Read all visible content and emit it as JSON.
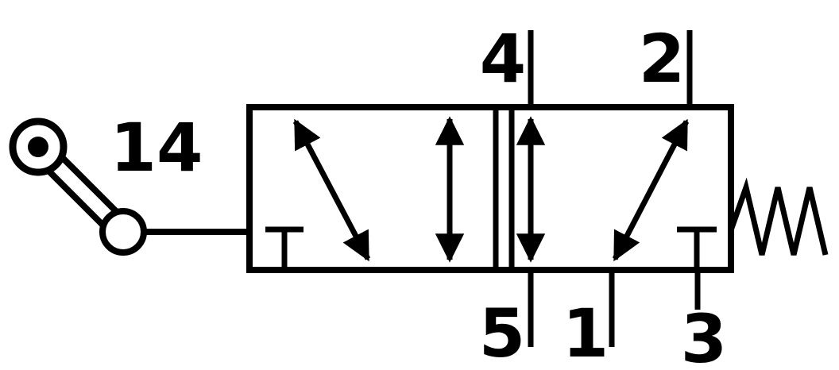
{
  "diagram": {
    "symbol": "5/2-way pneumatic directional valve, roller lever actuated, spring return",
    "line_color": "#000000",
    "background_color": "#ffffff"
  },
  "labels": {
    "actuator_port": "14",
    "port_top_left": "4",
    "port_top_right": "2",
    "port_bottom_left": "5",
    "port_bottom_middle": "1",
    "port_bottom_right": "3"
  }
}
